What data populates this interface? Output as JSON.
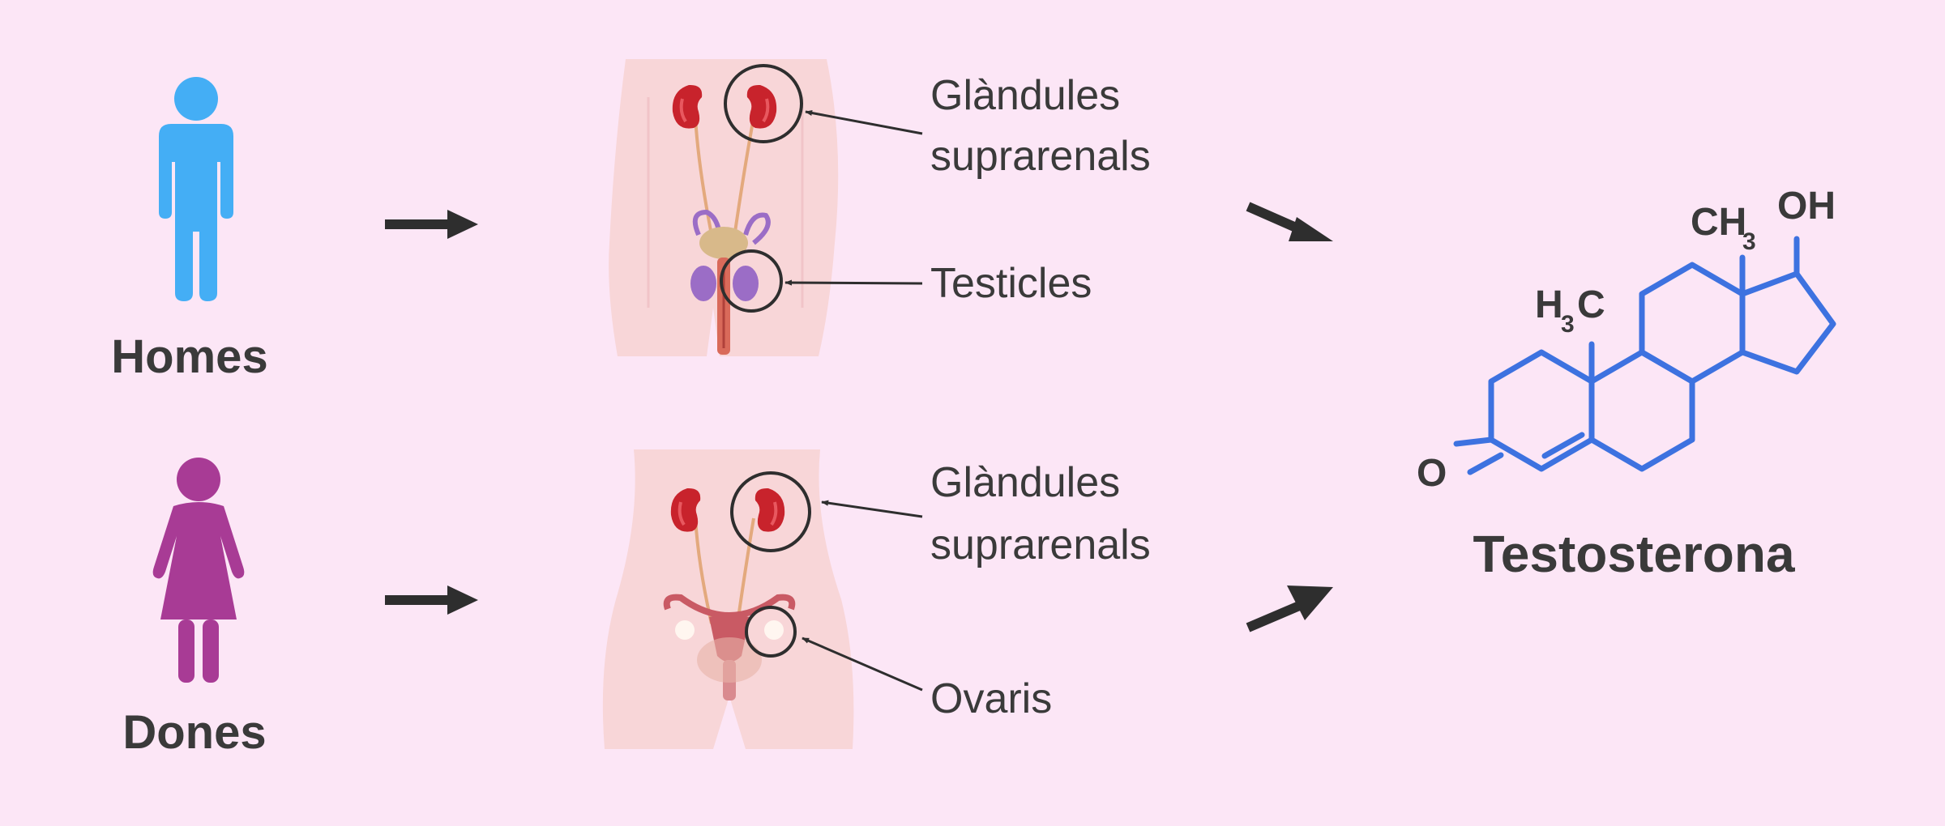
{
  "colors": {
    "background": "#fce6f6",
    "male": "#44aef5",
    "female": "#a83b95",
    "text": "#3a3a3a",
    "molecule": "#3d72e0",
    "body_skin": "#f8d6d8",
    "kidney": "#c8232c",
    "male_organ": "#9b6dc6",
    "female_organ": "#c95a64"
  },
  "men": {
    "label": "Homes",
    "icon": "man-icon",
    "organs": [
      "Glàndules suprarenals",
      "Testicles"
    ]
  },
  "women": {
    "label": "Dones",
    "icon": "woman-icon",
    "organs": [
      "Glàndules suprarenals",
      "Ovaris"
    ]
  },
  "labels": {
    "adrenal_line1": "Glàndules",
    "adrenal_line2": "suprarenals",
    "testicles": "Testicles",
    "ovaries": "Ovaris"
  },
  "molecule": {
    "name": "Testosterona",
    "groups": {
      "h3c_h": "H",
      "h3c_sub": "3",
      "h3c_c": "C",
      "ch3_ch": "CH",
      "ch3_sub": "3",
      "oh": "OH",
      "o": "O"
    }
  }
}
